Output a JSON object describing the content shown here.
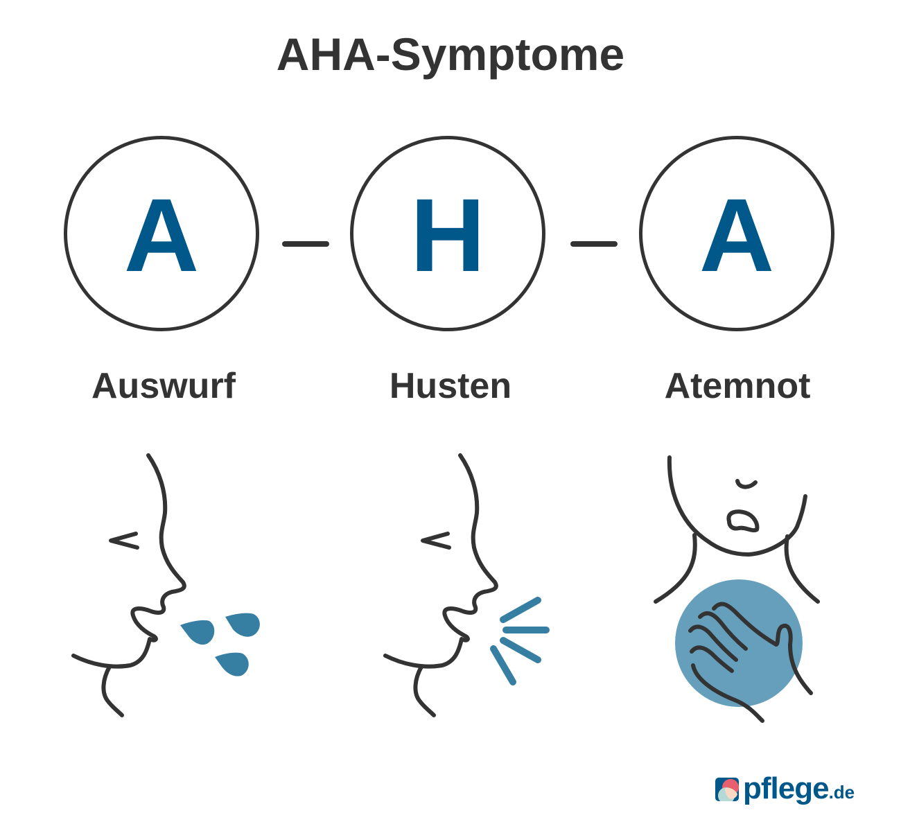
{
  "title": "AHA-Symptome",
  "colors": {
    "text": "#333333",
    "brand_blue": "#00578a",
    "accent_blue": "#367fa3",
    "circle_fill": "#659fbb",
    "logo_pink": "#e8606e",
    "logo_peach": "#f9d9c4",
    "logo_mint": "#b6d9d6"
  },
  "symptoms": [
    {
      "letter": "A",
      "label": "Auswurf",
      "illustration": "face-spitting-droplets"
    },
    {
      "letter": "H",
      "label": "Husten",
      "illustration": "face-coughing"
    },
    {
      "letter": "A",
      "label": "Atemnot",
      "illustration": "hand-on-chest-breathless"
    }
  ],
  "logo": {
    "name": "pflege",
    "tld": ".de"
  }
}
